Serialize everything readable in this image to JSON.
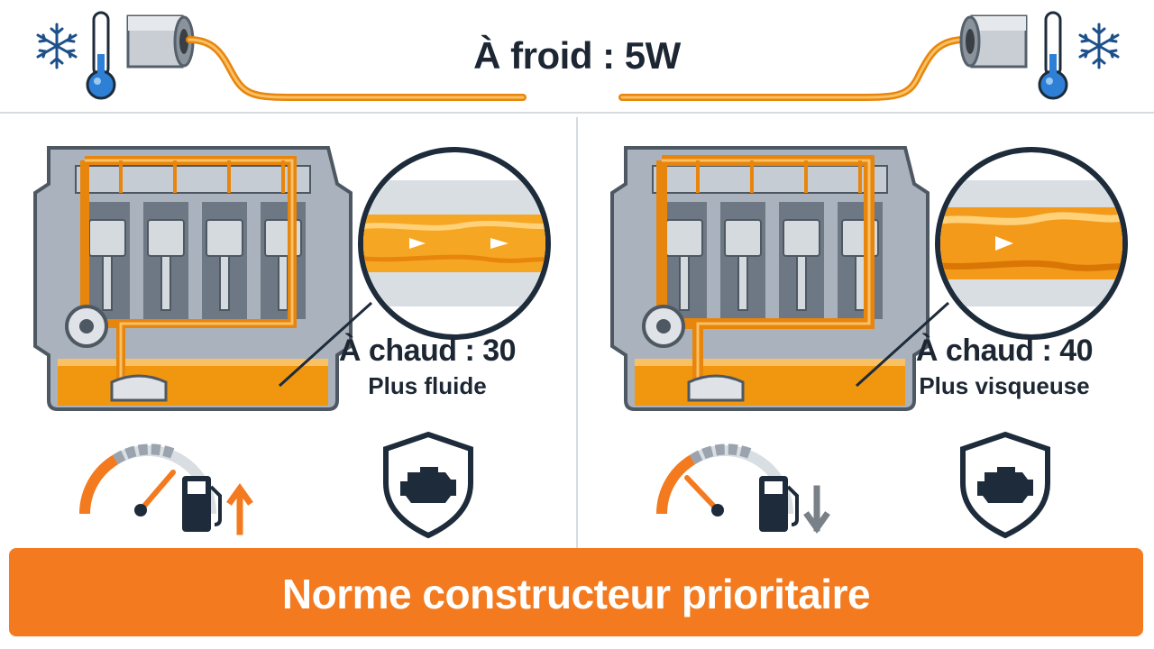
{
  "header": {
    "title": "À froid : 5W",
    "icons": [
      "snowflake-icon",
      "thermometer-icon",
      "oil-pipe-icon"
    ]
  },
  "panels": [
    {
      "id": "left",
      "hot_grade": "À chaud : 30",
      "property": "Plus fluide",
      "fuel_trend": "up",
      "accent": "#f37a1f"
    },
    {
      "id": "right",
      "hot_grade": "À chaud : 40",
      "property": "Plus visqueuse",
      "fuel_trend": "down",
      "accent": "#7a8088"
    }
  ],
  "banner": {
    "text": "Norme constructeur prioritaire"
  },
  "colors": {
    "oil": "#f5a623",
    "oil_dark": "#e8850c",
    "navy": "#1d2b3a",
    "banner": "#f37a1f",
    "engine": "#8c97a3"
  }
}
